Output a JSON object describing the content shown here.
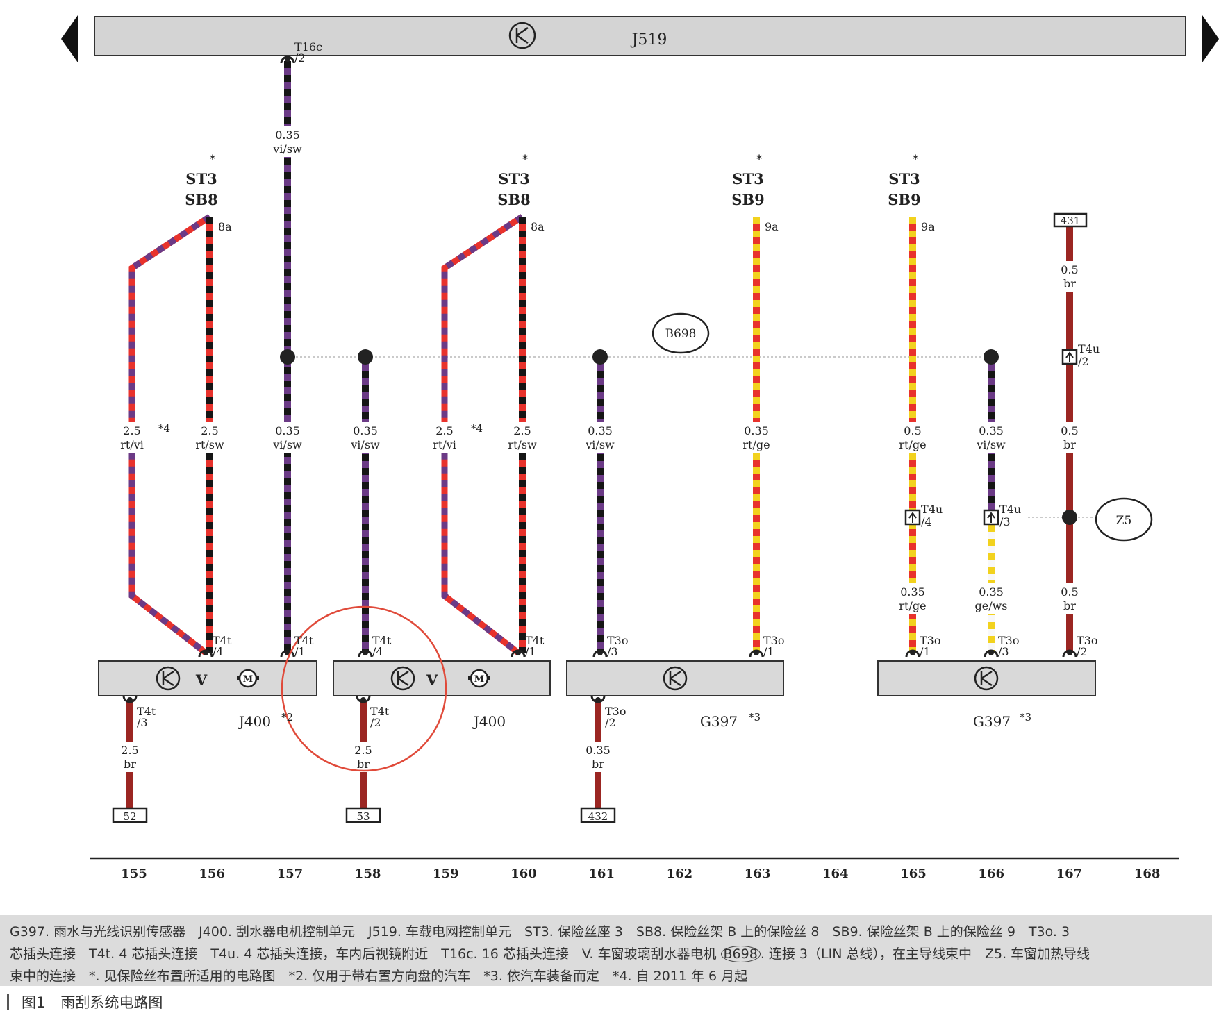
{
  "bus": {
    "label": "J519"
  },
  "colors": {
    "rt": "#e8322c",
    "vi": "#6b3a86",
    "sw": "#151515",
    "ge": "#f2d21e",
    "br": "#9b2622",
    "ws": "#f8f8f8",
    "box": "#d9d9d9",
    "bus": "#d4d4d4"
  },
  "fuses": [
    {
      "star": "*",
      "line1": "ST3",
      "line2": "SB8",
      "pin": "8a"
    },
    {
      "star": "*",
      "line1": "ST3",
      "line2": "SB8",
      "pin": "8a"
    },
    {
      "star": "*",
      "line1": "ST3",
      "line2": "SB9",
      "pin": "9a"
    },
    {
      "star": "*",
      "line1": "ST3",
      "line2": "SB9",
      "pin": "9a"
    }
  ],
  "wire_labels": [
    {
      "size": "0.35",
      "color": "vi/sw",
      "note": ""
    },
    {
      "size": "2.5",
      "color": "rt/vi",
      "note": "*4"
    },
    {
      "size": "2.5",
      "color": "rt/sw",
      "note": ""
    },
    {
      "size": "0.35",
      "color": "vi/sw",
      "note": ""
    },
    {
      "size": "0.35",
      "color": "vi/sw",
      "note": ""
    },
    {
      "size": "2.5",
      "color": "rt/vi",
      "note": "*4"
    },
    {
      "size": "2.5",
      "color": "rt/sw",
      "note": ""
    },
    {
      "size": "0.35",
      "color": "vi/sw",
      "note": ""
    },
    {
      "size": "0.35",
      "color": "rt/ge",
      "note": ""
    },
    {
      "size": "0.5",
      "color": "rt/ge",
      "note": ""
    },
    {
      "size": "0.35",
      "color": "vi/sw",
      "note": ""
    },
    {
      "size": "0.5",
      "color": "br",
      "note": ""
    },
    {
      "size": "0.5",
      "color": "br",
      "note": ""
    },
    {
      "size": "0.35",
      "color": "rt/ge",
      "note": ""
    },
    {
      "size": "0.35",
      "color": "ge/ws",
      "note": ""
    },
    {
      "size": "0.5",
      "color": "br",
      "note": ""
    },
    {
      "size": "2.5",
      "color": "br",
      "note": ""
    },
    {
      "size": "2.5",
      "color": "br",
      "note": ""
    },
    {
      "size": "0.35",
      "color": "br",
      "note": ""
    }
  ],
  "connectors": [
    {
      "name": "T16c",
      "pin": "/2"
    },
    {
      "name": "T4t",
      "pin": "/4"
    },
    {
      "name": "T4t",
      "pin": "/1"
    },
    {
      "name": "T4t",
      "pin": "/4"
    },
    {
      "name": "T4t",
      "pin": "/1"
    },
    {
      "name": "T3o",
      "pin": "/3"
    },
    {
      "name": "T3o",
      "pin": "/1"
    },
    {
      "name": "T3o",
      "pin": "/1"
    },
    {
      "name": "T3o",
      "pin": "/3"
    },
    {
      "name": "T3o",
      "pin": "/2"
    },
    {
      "name": "T4t",
      "pin": "/3"
    },
    {
      "name": "T4t",
      "pin": "/2"
    },
    {
      "name": "T3o",
      "pin": "/2"
    },
    {
      "name": "T4u",
      "pin": "/2"
    },
    {
      "name": "T4u",
      "pin": "/4"
    },
    {
      "name": "T4u",
      "pin": "/3"
    }
  ],
  "components": [
    {
      "label": "J400",
      "note": "*2",
      "letter": "V"
    },
    {
      "label": "J400",
      "note": "",
      "letter": "V"
    },
    {
      "label": "G397",
      "note": "*3",
      "letter": ""
    },
    {
      "label": "G397",
      "note": "*3",
      "letter": ""
    }
  ],
  "motor_icon_text": "M",
  "circles": [
    "B698",
    "Z5"
  ],
  "grounds": [
    "52",
    "53",
    "432"
  ],
  "top_ref": "431",
  "columns": [
    "155",
    "156",
    "157",
    "158",
    "159",
    "160",
    "161",
    "162",
    "163",
    "164",
    "165",
    "166",
    "167",
    "168"
  ],
  "legend": {
    "line1": "G397. 雨水与光线识别传感器　J400. 刮水器电机控制单元　J519. 车载电网控制单元　ST3. 保险丝座 3　SB8. 保险丝架 B 上的保险丝 8　SB9. 保险丝架 B 上的保险丝 9　T3o. 3",
    "line2_a": "芯插头连接　T4t. 4 芯插头连接　T4u. 4 芯插头连接，车内后视镜附近　T16c. 16 芯插头连接　V. 车窗玻璃刮水器电机 ",
    "line2_circle": "B698",
    "line2_b": ". 连接 3（LIN 总线），在主导线束中　Z5. 车窗加热导线",
    "line3": "束中的连接　*. 见保险丝布置所适用的电路图　*2. 仅用于带右置方向盘的汽车　*3. 依汽车装备而定　*4. 自 2011 年 6 月起"
  },
  "caption": {
    "figure": "图1",
    "title": "雨刮系统电路图"
  }
}
